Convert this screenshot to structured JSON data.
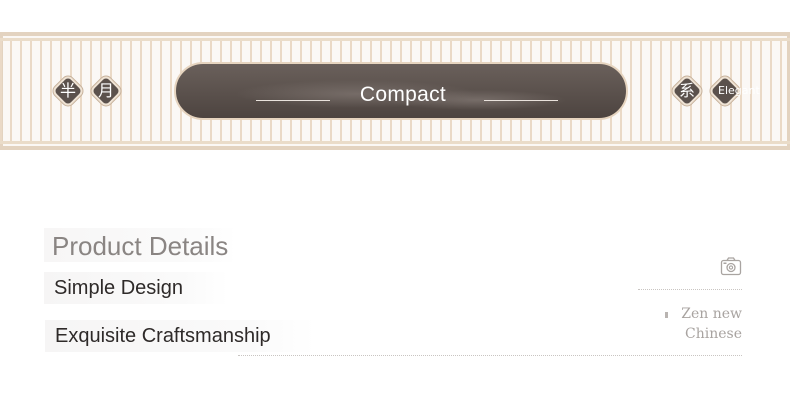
{
  "banner": {
    "title": "Compact",
    "left_seals": [
      "半",
      "月"
    ],
    "right_seals": [
      "系",
      "Elegant"
    ],
    "accent_color": "#5b514c",
    "lattice_color": "#ead9c6"
  },
  "details": {
    "heading": "Product Details",
    "items": [
      "Simple Design",
      "Exquisite Craftsmanship"
    ],
    "tag_line_1": "Zen new",
    "tag_line_2": "Chinese",
    "icon": "camera-icon"
  }
}
